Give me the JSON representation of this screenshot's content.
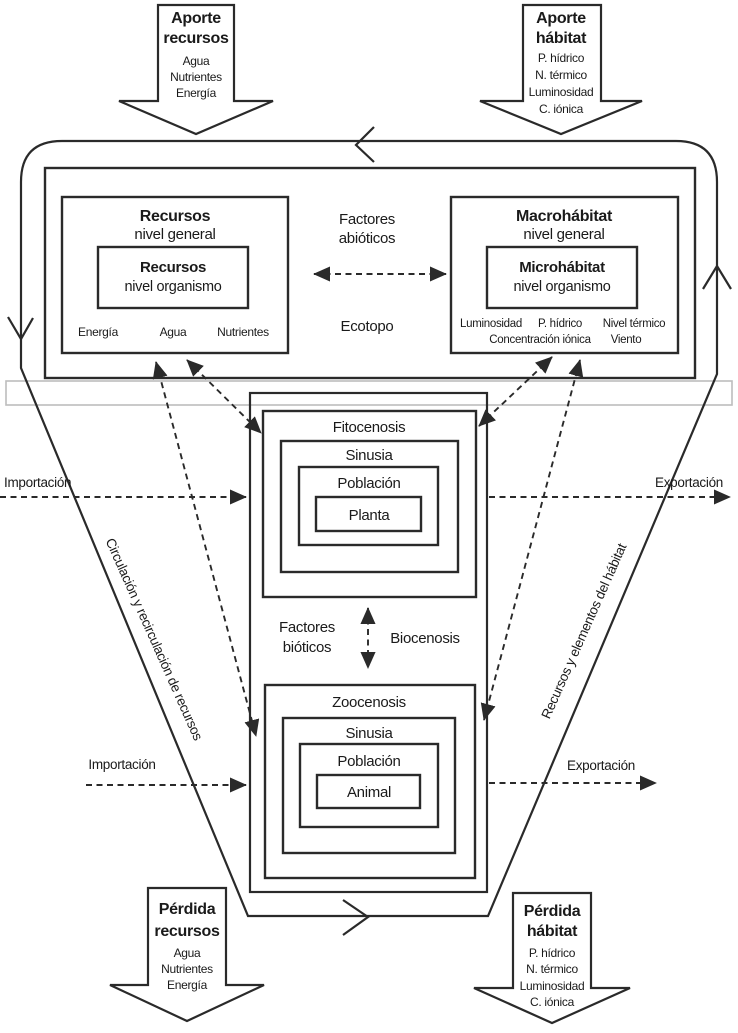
{
  "colors": {
    "stroke": "#2a2a2a",
    "gray_band": "#bdbdbd",
    "background": "#ffffff"
  },
  "top_arrows": {
    "aporte_recursos": {
      "line1": "Aporte",
      "line2": "recursos",
      "items": [
        "Agua",
        "Nutrientes",
        "Energía"
      ]
    },
    "aporte_habitat": {
      "line1": "Aporte",
      "line2": "hábitat",
      "items": [
        "P. hídrico",
        "N. térmico",
        "Luminosidad",
        "C. iónica"
      ]
    }
  },
  "bottom_arrows": {
    "perdida_recursos": {
      "line1": "Pérdida",
      "line2": "recursos",
      "items": [
        "Agua",
        "Nutrientes",
        "Energía"
      ]
    },
    "perdida_habitat": {
      "line1": "Pérdida",
      "line2": "hábitat",
      "items": [
        "P. hídrico",
        "N. térmico",
        "Luminosidad",
        "C. iónica"
      ]
    }
  },
  "ecotopo": {
    "zone_label": "Ecotopo",
    "center_line1": "Factores",
    "center_line2": "abióticos",
    "recursos": {
      "title": "Recursos",
      "subtitle": "nivel general",
      "inner_title": "Recursos",
      "inner_subtitle": "nivel organismo",
      "factors": [
        "Energía",
        "Agua",
        "Nutrientes"
      ]
    },
    "macrohabitat": {
      "title": "Macrohábitat",
      "subtitle": "nivel general",
      "inner_title": "Microhábitat",
      "inner_subtitle": "nivel organismo",
      "factors_row1": [
        "Luminosidad",
        "P. hídrico",
        "Nivel térmico"
      ],
      "factors_row2": [
        "Concentración iónica",
        "Viento"
      ]
    }
  },
  "biocenosis": {
    "zone_label": "Biocenosis",
    "center_line1": "Factores",
    "center_line2": "bióticos",
    "fitocenosis": {
      "title": "Fitocenosis",
      "level2": "Sinusia",
      "level3": "Población",
      "level4": "Planta"
    },
    "zoocenosis": {
      "title": "Zoocenosis",
      "level2": "Sinusia",
      "level3": "Población",
      "level4": "Animal"
    }
  },
  "flows": {
    "import_top": "Importación",
    "export_top": "Exportación",
    "import_bottom": "Importación",
    "export_bottom": "Exportación",
    "left_diagonal_label": "Circulación y recirculación de recursos",
    "right_diagonal_label": "Recursos y elementos del hábitat"
  }
}
